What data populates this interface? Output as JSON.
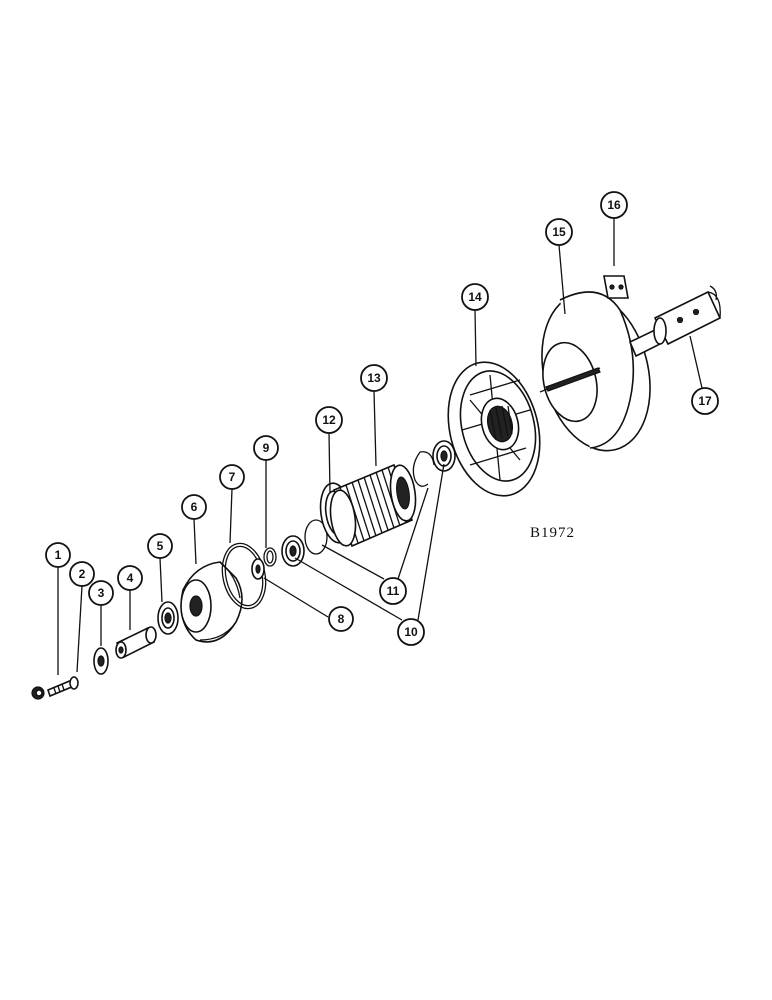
{
  "drawing_code": "B1972",
  "callouts": [
    {
      "label": "1",
      "part": "nut"
    },
    {
      "label": "2",
      "part": "bolt"
    },
    {
      "label": "3",
      "part": "washer"
    },
    {
      "label": "4",
      "part": "spacer-sleeve"
    },
    {
      "label": "5",
      "part": "bearing"
    },
    {
      "label": "6",
      "part": "hub-housing"
    },
    {
      "label": "7",
      "part": "o-ring"
    },
    {
      "label": "8",
      "part": "seal"
    },
    {
      "label": "9",
      "part": "snap-ring"
    },
    {
      "label": "10",
      "part": "bearing"
    },
    {
      "label": "11",
      "part": "retaining-ring"
    },
    {
      "label": "12",
      "part": "ring"
    },
    {
      "label": "13",
      "part": "splined-sleeve"
    },
    {
      "label": "14",
      "part": "movable-sheave"
    },
    {
      "label": "15",
      "part": "fixed-sheave"
    },
    {
      "label": "16",
      "part": "key-plate"
    },
    {
      "label": "17",
      "part": "shaft"
    }
  ],
  "colors": {
    "line": "#111111",
    "background": "#ffffff"
  }
}
